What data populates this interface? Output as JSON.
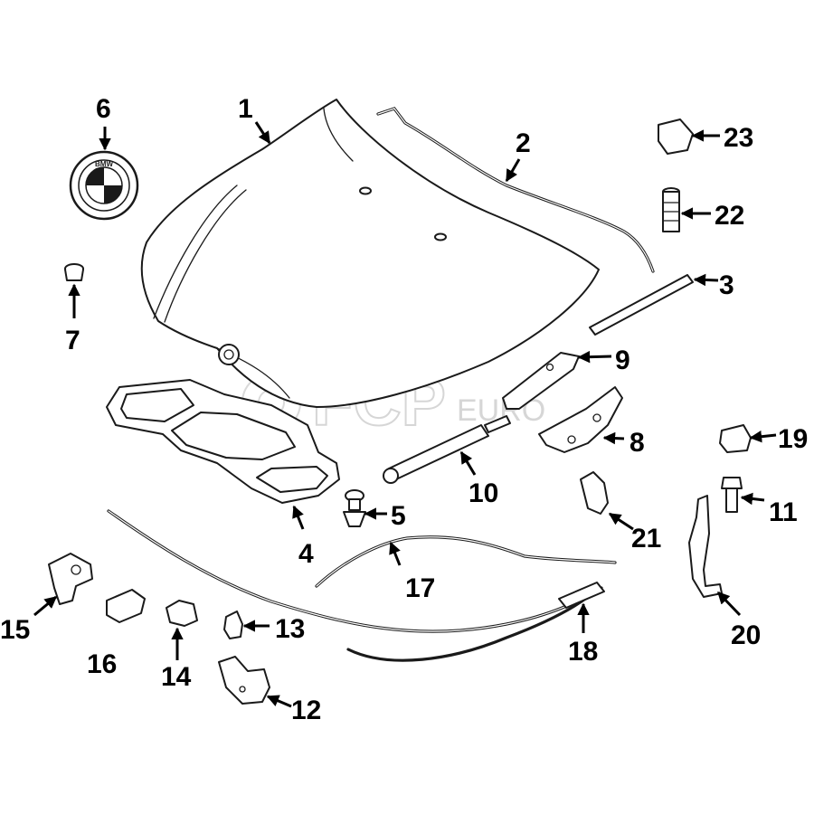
{
  "watermark": {
    "brand": "FCP",
    "suffix": "EURO"
  },
  "badge": {
    "text": "BMW",
    "colors": {
      "ring": "#1a1a1a",
      "quadrant_blue": "#ffffff",
      "quadrant_white": "#1a1a1a"
    }
  },
  "callouts": [
    {
      "id": "1",
      "label": "1"
    },
    {
      "id": "2",
      "label": "2"
    },
    {
      "id": "3",
      "label": "3"
    },
    {
      "id": "4",
      "label": "4"
    },
    {
      "id": "5",
      "label": "5"
    },
    {
      "id": "6",
      "label": "6"
    },
    {
      "id": "7",
      "label": "7"
    },
    {
      "id": "8",
      "label": "8"
    },
    {
      "id": "9",
      "label": "9"
    },
    {
      "id": "10",
      "label": "10"
    },
    {
      "id": "11",
      "label": "11"
    },
    {
      "id": "12",
      "label": "12"
    },
    {
      "id": "13",
      "label": "13"
    },
    {
      "id": "14",
      "label": "14"
    },
    {
      "id": "15",
      "label": "15"
    },
    {
      "id": "16",
      "label": "16"
    },
    {
      "id": "17",
      "label": "17"
    },
    {
      "id": "18",
      "label": "18"
    },
    {
      "id": "19",
      "label": "19"
    },
    {
      "id": "20",
      "label": "20"
    },
    {
      "id": "21",
      "label": "21"
    },
    {
      "id": "22",
      "label": "22"
    },
    {
      "id": "23",
      "label": "23"
    }
  ]
}
